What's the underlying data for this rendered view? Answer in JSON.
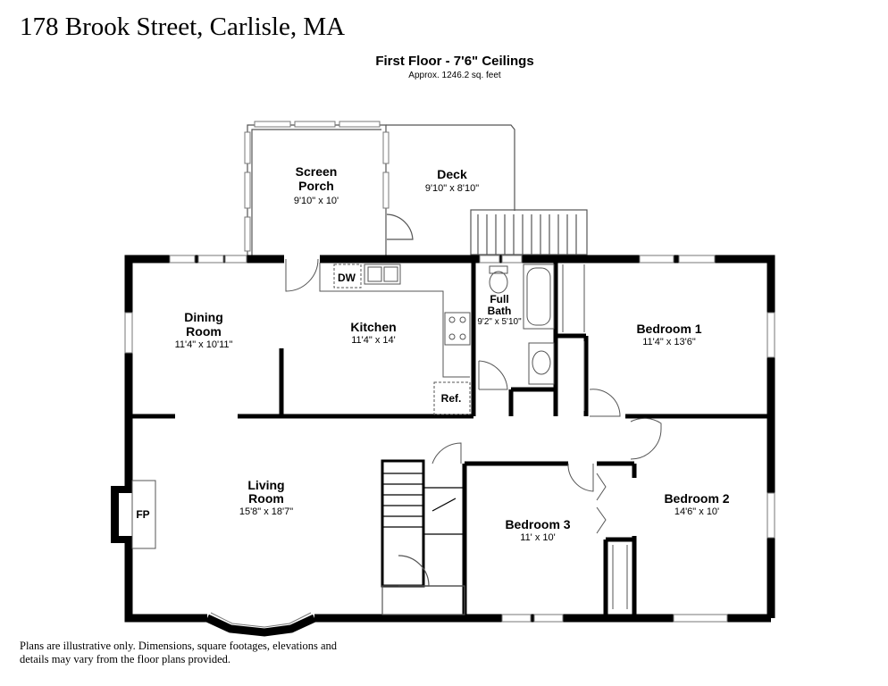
{
  "address": "178 Brook Street, Carlisle, MA",
  "floor": {
    "title": "First Floor - 7'6\" Ceilings",
    "area": "Approx. 1246.2 sq. feet"
  },
  "rooms": {
    "screen_porch": {
      "name_line1": "Screen",
      "name_line2": "Porch",
      "dims": "9'10\" x 10'"
    },
    "deck": {
      "name": "Deck",
      "dims": "9'10\" x 8'10\""
    },
    "dining": {
      "name_line1": "Dining",
      "name_line2": "Room",
      "dims": "11'4\" x 10'11\""
    },
    "kitchen": {
      "name": "Kitchen",
      "dims": "11'4\" x 14'"
    },
    "bath": {
      "name_line1": "Full",
      "name_line2": "Bath",
      "dims": "9'2\" x 5'10\""
    },
    "bedroom1": {
      "name": "Bedroom 1",
      "dims": "11'4\" x 13'6\""
    },
    "living": {
      "name_line1": "Living",
      "name_line2": "Room",
      "dims": "15'8\" x 18'7\""
    },
    "bedroom3": {
      "name": "Bedroom 3",
      "dims": "11' x 10'"
    },
    "bedroom2": {
      "name": "Bedroom 2",
      "dims": "14'6\" x 10'"
    }
  },
  "fixtures": {
    "dw": "DW",
    "ref": "Ref.",
    "fp": "FP"
  },
  "disclaimer": "Plans are illustrative only. Dimensions, square footages, elevations and details may vary from the floor plans provided.",
  "colors": {
    "wall": "#000000",
    "thin": "#555555",
    "window": "#777777"
  }
}
